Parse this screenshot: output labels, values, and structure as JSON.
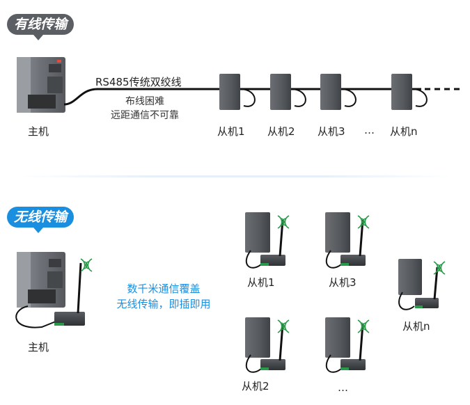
{
  "wired": {
    "title": "有线传输",
    "cable_label": "RS485传统双绞线",
    "note_line1": "布线困难",
    "note_line2": "远距通信不可靠",
    "master_label": "主机",
    "slaves": [
      "从机1",
      "从机2",
      "从机3",
      "…",
      "从机n"
    ]
  },
  "wireless": {
    "title": "无线传输",
    "note_line1": "数千米通信覆盖",
    "note_line2": "无线传输，即插即用",
    "master_label": "主机",
    "slave1": "从机1",
    "slave2": "从机2",
    "slave3": "从机3",
    "slaven": "从机n",
    "ellipsis": "…"
  },
  "colors": {
    "wired_badge": "#5b5e63",
    "wireless_badge": "#1a8fe0",
    "note_blue": "#1a8fe0"
  }
}
